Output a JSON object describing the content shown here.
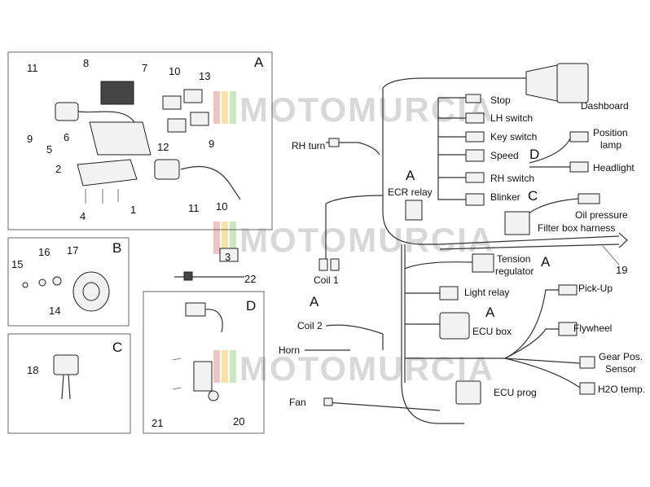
{
  "watermark": "MOTOMURCIA",
  "panels": {
    "A": {
      "letter": "A",
      "numbers": [
        "11",
        "8",
        "7",
        "10",
        "13",
        "9",
        "6",
        "5",
        "2",
        "12",
        "9",
        "4",
        "1",
        "11",
        "10"
      ]
    },
    "B": {
      "letter": "B",
      "numbers": [
        "15",
        "16",
        "17",
        "14"
      ]
    },
    "C": {
      "letter": "C",
      "numbers": [
        "18"
      ]
    },
    "D": {
      "letter": "D",
      "numbers": [
        "21",
        "20"
      ]
    }
  },
  "loose_numbers": [
    "3",
    "22",
    "19"
  ],
  "harness_labels": {
    "dashboard": "Dashboard",
    "stop": "Stop",
    "lh_switch": "LH switch",
    "key_switch": "Key switch",
    "speed": "Speed",
    "rh_switch": "RH switch",
    "blinker": "Blinker",
    "position_lamp_1": "Position",
    "position_lamp_2": "lamp",
    "headlight": "Headlight",
    "oil_pressure": "Oil pressure",
    "filter_box": "Filter box harness",
    "rh_turn": "RH turn",
    "ecr_relay": "ECR relay",
    "coil1": "Coil 1",
    "tension_reg_1": "Tension",
    "tension_reg_2": "regulator",
    "light_relay": "Light relay",
    "pick_up": "Pick-Up",
    "coil2": "Coil 2",
    "ecu_box": "ECU box",
    "flywheel": "Flywheel",
    "horn": "Horn",
    "gear_pos_1": "Gear Pos.",
    "gear_pos_2": "Sensor",
    "h2o_temp": "H2O temp.",
    "ecu_prog": "ECU prog",
    "fan": "Fan"
  },
  "callout_letters": {
    "ecr": "A",
    "speed_d": "D",
    "blinker_c": "C",
    "tension_a": "A",
    "coil2_a": "A",
    "ecu_a": "A"
  }
}
